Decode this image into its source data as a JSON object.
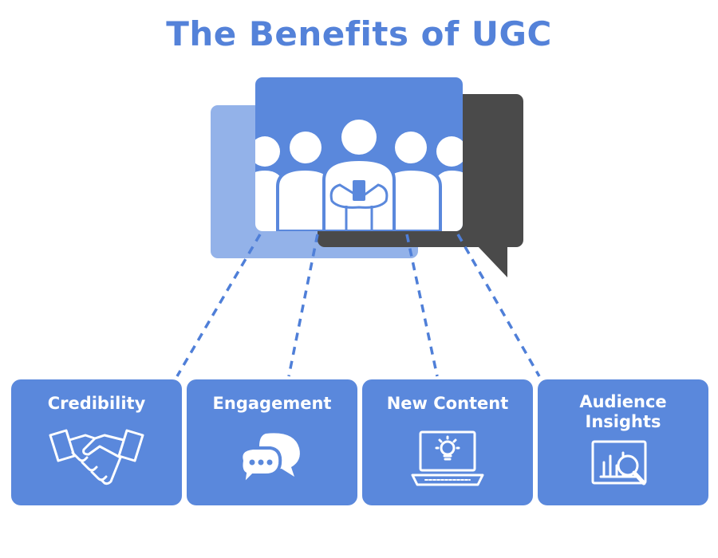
{
  "title": "The Benefits of UGC",
  "colors": {
    "title": "#5482d9",
    "accent_blue": "#5a88dc",
    "light_blue": "#93b2e9",
    "dark_bubble": "#4a4a4a",
    "dashed_line": "#4f7fd8",
    "white": "#ffffff"
  },
  "benefits": [
    {
      "label": "Credibility",
      "icon": "handshake-icon"
    },
    {
      "label": "Engagement",
      "icon": "chat-bubbles-icon"
    },
    {
      "label": "New Content",
      "icon": "laptop-lightbulb-icon"
    },
    {
      "label": "Audience Insights",
      "icon": "chart-magnifier-icon"
    }
  ]
}
